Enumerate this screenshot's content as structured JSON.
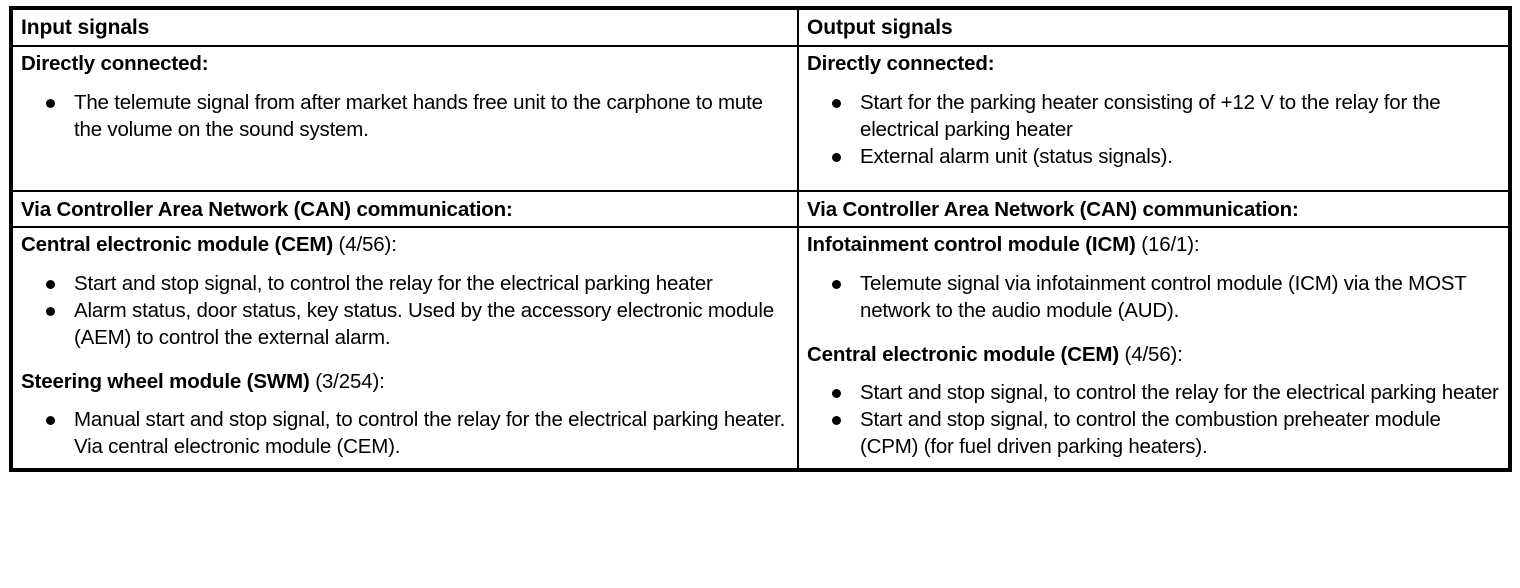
{
  "table": {
    "headers": {
      "left": "Input signals",
      "right": "Output signals"
    },
    "rows": [
      {
        "id": "directly-connected",
        "left": {
          "lead_bold": "Directly connected:",
          "lead_plain": "",
          "bullets": [
            "The telemute signal from after market hands free unit to the carphone to mute the volume on the sound system."
          ]
        },
        "right": {
          "lead_bold": "Directly connected:",
          "lead_plain": "",
          "bullets": [
            "Start for the parking heater consisting of +12 V to the relay for the electrical parking heater",
            "External alarm unit (status signals)."
          ]
        }
      },
      {
        "id": "can-communication",
        "left": {
          "lead_bold": "Via Controller Area Network (CAN) communication:",
          "lead_plain": ""
        },
        "right": {
          "lead_bold": "Via Controller Area Network (CAN) communication:",
          "lead_plain": ""
        }
      },
      {
        "id": "modules",
        "left": {
          "lead_bold": "Central electronic module (CEM)",
          "lead_plain": " (4/56):",
          "bullets": [
            "Start and stop signal, to control the relay for the electrical parking heater",
            "Alarm status, door status, key status. Used by the accessory electronic module (AEM) to control the external alarm."
          ],
          "subhead_bold": "Steering wheel module (SWM)",
          "subhead_plain": " (3/254):",
          "bullets2": [
            "Manual start and stop signal, to control the relay for the electrical parking heater. Via central electronic module (CEM)."
          ]
        },
        "right": {
          "lead_bold": "Infotainment control module (ICM)",
          "lead_plain": " (16/1):",
          "bullets": [
            "Telemute signal via infotainment control module (ICM) via the MOST network to the audio module (AUD)."
          ],
          "subhead_bold": "Central electronic module (CEM)",
          "subhead_plain": " (4/56):",
          "bullets2": [
            "Start and stop signal, to control the relay for the electrical parking heater",
            "Start and stop signal, to control the combustion preheater module (CPM) (for fuel driven parking heaters)."
          ]
        }
      }
    ]
  }
}
